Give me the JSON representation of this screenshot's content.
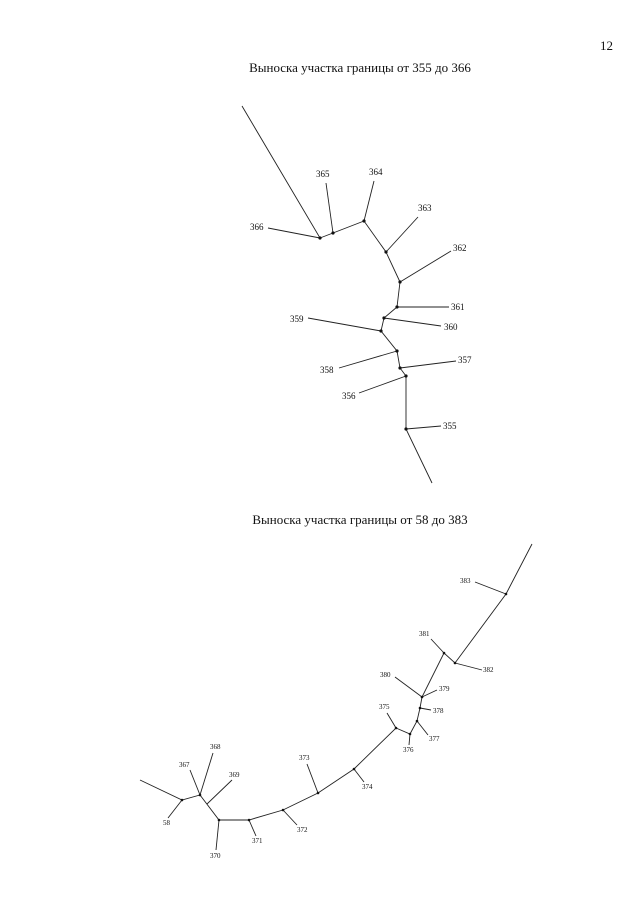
{
  "page": {
    "number": "12"
  },
  "diagram_1": {
    "title": "Выноска участка границы от 355 до 366",
    "labels": [
      "355",
      "356",
      "357",
      "358",
      "359",
      "360",
      "361",
      "362",
      "363",
      "364",
      "365",
      "366"
    ]
  },
  "diagram_2": {
    "title": "Выноска участка границы от 58 до 383",
    "labels": [
      "58",
      "367",
      "368",
      "369",
      "370",
      "371",
      "372",
      "373",
      "374",
      "375",
      "376",
      "377",
      "378",
      "379",
      "380",
      "381",
      "382",
      "383"
    ]
  }
}
